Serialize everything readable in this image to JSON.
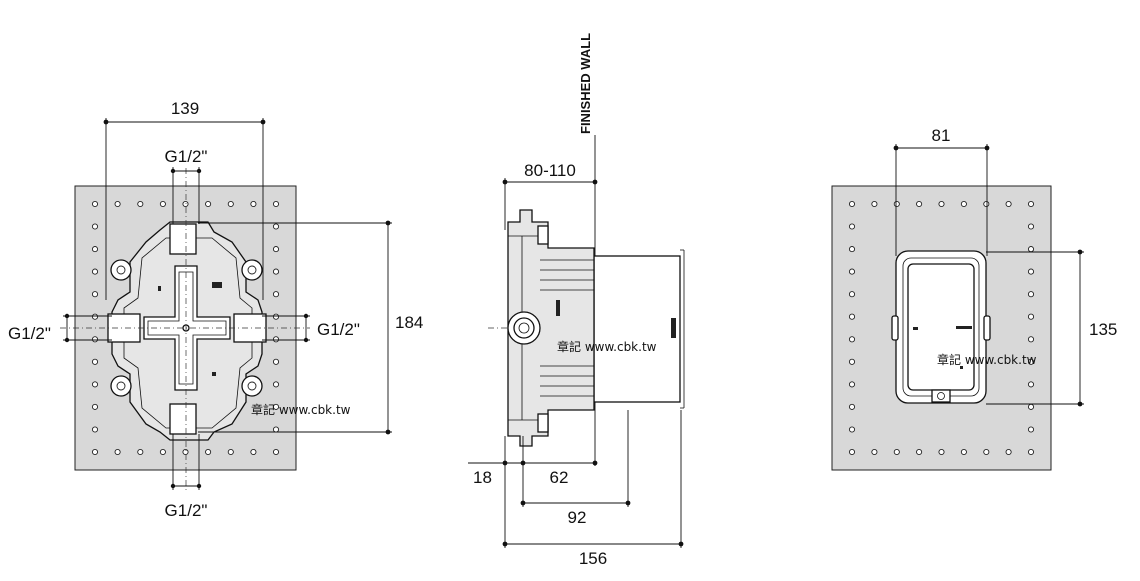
{
  "front_view": {
    "width_label": "139",
    "height_label": "184",
    "top_port_label": "G1/2\"",
    "bottom_port_label": "G1/2\"",
    "left_port_label": "G1/2\"",
    "right_port_label": "G1/2\"",
    "watermark": "章記 www.cbk.tw"
  },
  "side_view": {
    "wall_label": "FINISHED WALL",
    "depth_range_label": "80-110",
    "dim_18": "18",
    "dim_62": "62",
    "dim_92": "92",
    "dim_156": "156",
    "watermark": "章記 www.cbk.tw"
  },
  "rear_view": {
    "width_label": "81",
    "height_label": "135",
    "watermark": "章記 www.cbk.tw"
  }
}
